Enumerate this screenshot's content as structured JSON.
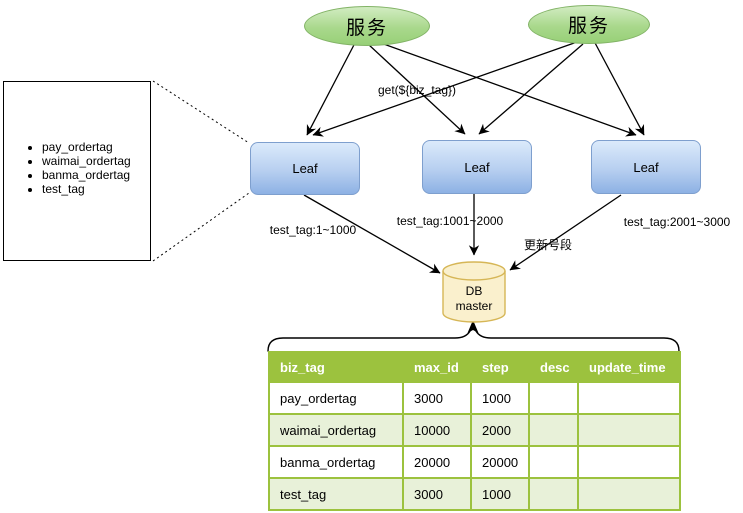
{
  "colors": {
    "service_fill": "#97d077",
    "service_stroke": "#82b366",
    "leaf_fill_top": "#dbeafb",
    "leaf_fill_bottom": "#8db1e4",
    "leaf_stroke": "#7e9fce",
    "db_fill": "#faf0cd",
    "db_stroke": "#d6b656",
    "table_green": "#9cc23e",
    "table_alt_row": "#e8f1d9",
    "arrow": "#000000"
  },
  "diagram": {
    "services": [
      {
        "label": "服务"
      },
      {
        "label": "服务"
      }
    ],
    "leaves": [
      {
        "label": "Leaf"
      },
      {
        "label": "Leaf"
      },
      {
        "label": "Leaf"
      }
    ],
    "labels": {
      "get": "get(${biz_tag})",
      "range1": "test_tag:1~1000",
      "range2": "test_tag:1001~2000",
      "range3": "test_tag:2001~3000",
      "update": "更新号段"
    },
    "db": {
      "line1": "DB",
      "line2": "master"
    },
    "callout": {
      "items": [
        "pay_ordertag",
        "waimai_ordertag",
        "banma_ordertag",
        "test_tag"
      ]
    }
  },
  "table": {
    "headers": [
      "biz_tag",
      "max_id",
      "step",
      "desc",
      "update_time"
    ],
    "rows": [
      [
        "pay_ordertag",
        "3000",
        "1000",
        "",
        ""
      ],
      [
        "waimai_ordertag",
        "10000",
        "2000",
        "",
        ""
      ],
      [
        "banma_ordertag",
        "20000",
        "20000",
        "",
        ""
      ],
      [
        "test_tag",
        "3000",
        "1000",
        "",
        ""
      ]
    ]
  }
}
